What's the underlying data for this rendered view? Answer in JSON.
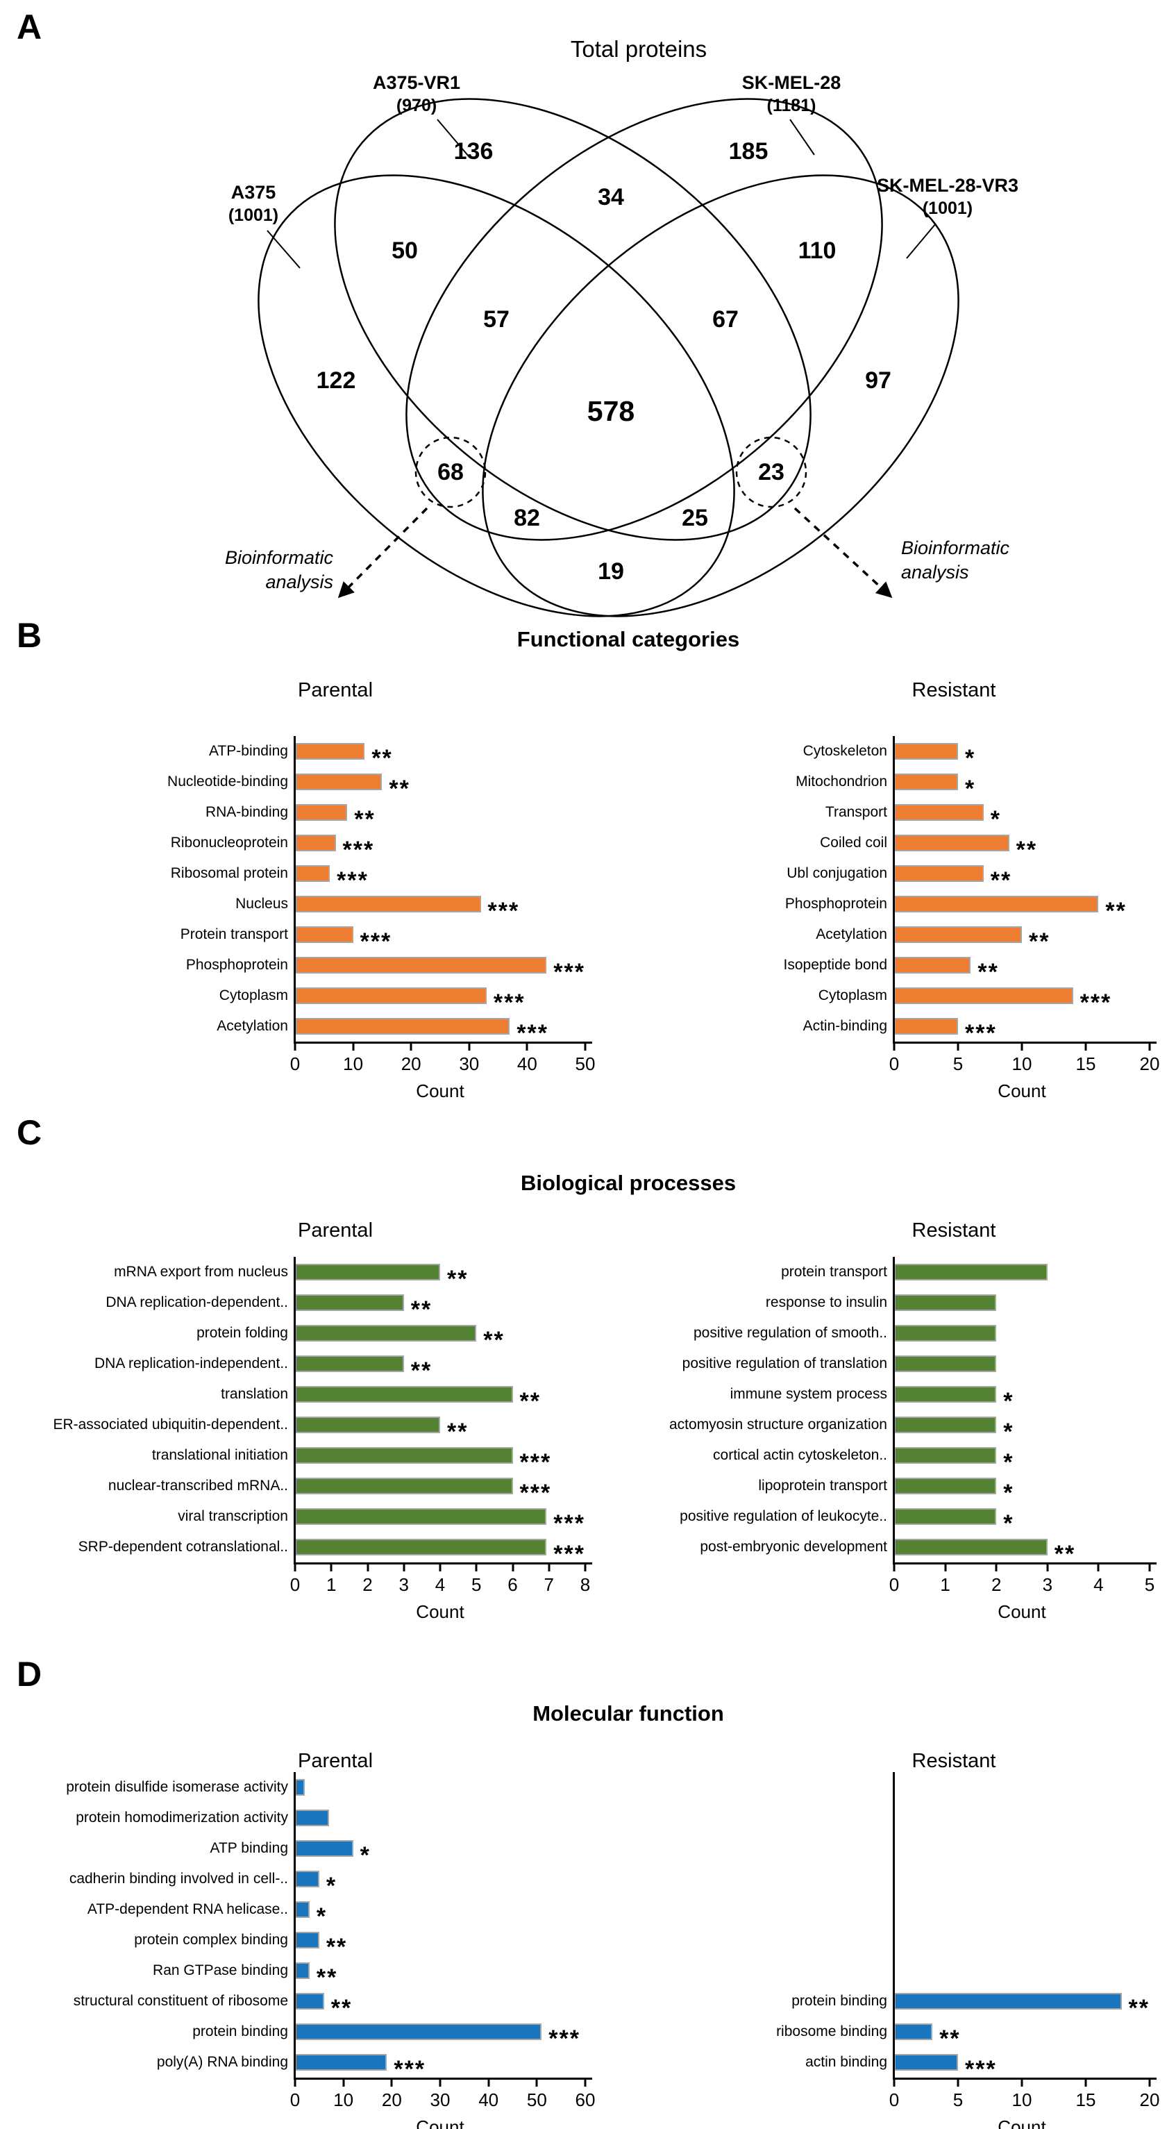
{
  "panels": [
    {
      "letter": "A"
    },
    {
      "letter": "B",
      "title": "Functional categories"
    },
    {
      "letter": "C",
      "title": "Biological processes"
    },
    {
      "letter": "D",
      "title": "Molecular function"
    }
  ],
  "colors": {
    "orange": "#ED7D31",
    "green": "#548235",
    "blue": "#1B75BC"
  },
  "chart_data": [
    {
      "type": "venn4",
      "title": "Total proteins",
      "sets": [
        {
          "name": "A375",
          "count": "(1001)"
        },
        {
          "name": "A375-VR1",
          "count": "(970)"
        },
        {
          "name": "SK-MEL-28",
          "count": "(1181)"
        },
        {
          "name": "SK-MEL-28-VR3",
          "count": "(1001)"
        }
      ],
      "regions": {
        "a": "122",
        "b": "136",
        "c": "185",
        "d": "97",
        "ab": "50",
        "bc": "34",
        "cd": "110",
        "ac": "68",
        "bd": "23",
        "ad": "19",
        "abc": "57",
        "bcd": "67",
        "acd": "82",
        "abd": "25",
        "abcd": "578"
      },
      "highlighted_regions": [
        "ac",
        "bd"
      ],
      "annotation_left": {
        "line1": "Bioinformatic",
        "line2": "analysis"
      },
      "annotation_right": {
        "line1": "Bioinformatic",
        "line2": "analysis"
      }
    },
    {
      "id": "functional-parental",
      "type": "bar",
      "orientation": "horizontal",
      "group": "Parental",
      "xlabel": "Count",
      "xlim": [
        0,
        50
      ],
      "xticks": [
        0,
        10,
        20,
        30,
        40,
        50
      ],
      "color": "#ED7D31",
      "grid": false,
      "categories": [
        "ATP-binding",
        "Nucleotide-binding",
        "RNA-binding",
        "Ribonucleoprotein",
        "Ribosomal protein",
        "Nucleus",
        "Protein transport",
        "Phosphoprotein",
        "Cytoplasm",
        "Acetylation"
      ],
      "values": [
        12,
        15,
        9,
        7,
        6,
        32,
        10,
        45,
        33,
        37
      ],
      "stars": [
        "**",
        "**",
        "**",
        "***",
        "***",
        "***",
        "***",
        "***",
        "***",
        "***"
      ]
    },
    {
      "id": "functional-resistant",
      "type": "bar",
      "orientation": "horizontal",
      "group": "Resistant",
      "xlabel": "Count",
      "xlim": [
        0,
        20
      ],
      "xticks": [
        0,
        5,
        10,
        15,
        20
      ],
      "color": "#ED7D31",
      "grid": false,
      "categories": [
        "Cytoskeleton",
        "Mitochondrion",
        "Transport",
        "Coiled coil",
        "Ubl conjugation",
        "Phosphoprotein",
        "Acetylation",
        "Isopeptide bond",
        "Cytoplasm",
        "Actin-binding"
      ],
      "values": [
        5,
        5,
        7,
        9,
        7,
        16,
        10,
        6,
        14,
        5
      ],
      "stars": [
        "*",
        "*",
        "*",
        "**",
        "**",
        "**",
        "**",
        "**",
        "***",
        "***"
      ]
    },
    {
      "id": "biological-parental",
      "type": "bar",
      "orientation": "horizontal",
      "group": "Parental",
      "xlabel": "Count",
      "xlim": [
        0,
        8
      ],
      "xticks": [
        0,
        1,
        2,
        3,
        4,
        5,
        6,
        7,
        8
      ],
      "color": "#548235",
      "grid": false,
      "categories": [
        "mRNA export from nucleus",
        "DNA replication-dependent..",
        "protein folding",
        "DNA replication-independent..",
        "translation",
        "ER-associated ubiquitin-dependent..",
        "translational initiation",
        "nuclear-transcribed mRNA..",
        "viral transcription",
        "SRP-dependent cotranslational.."
      ],
      "values": [
        4,
        3,
        5,
        3,
        6,
        4,
        6,
        6,
        7,
        7
      ],
      "stars": [
        "**",
        "**",
        "**",
        "**",
        "**",
        "**",
        "***",
        "***",
        "***",
        "***"
      ]
    },
    {
      "id": "biological-resistant",
      "type": "bar",
      "orientation": "horizontal",
      "group": "Resistant",
      "xlabel": "Count",
      "xlim": [
        0,
        5
      ],
      "xticks": [
        0,
        1,
        2,
        3,
        4,
        5
      ],
      "color": "#548235",
      "grid": false,
      "categories": [
        "protein transport",
        "response to insulin",
        "positive regulation of smooth..",
        "positive regulation of translation",
        "immune system process",
        "actomyosin structure organization",
        "cortical actin cytoskeleton..",
        "lipoprotein transport",
        "positive regulation of leukocyte..",
        "post-embryonic development"
      ],
      "values": [
        3,
        2,
        2,
        2,
        2,
        2,
        2,
        2,
        2,
        3
      ],
      "stars": [
        "",
        "",
        "",
        "",
        "*",
        "*",
        "*",
        "*",
        "*",
        "**"
      ]
    },
    {
      "id": "molecular-parental",
      "type": "bar",
      "orientation": "horizontal",
      "group": "Parental",
      "xlabel": "Count",
      "xlim": [
        0,
        60
      ],
      "xticks": [
        0,
        10,
        20,
        30,
        40,
        50,
        60
      ],
      "color": "#1B75BC",
      "grid": false,
      "categories": [
        "protein disulfide isomerase activity",
        "protein homodimerization activity",
        "ATP binding",
        "cadherin binding involved in cell-..",
        "ATP-dependent RNA helicase..",
        "protein complex binding",
        "Ran GTPase binding",
        "structural constituent of ribosome",
        "protein binding",
        "poly(A) RNA binding"
      ],
      "values": [
        2,
        7,
        12,
        5,
        3,
        5,
        3,
        6,
        51,
        19
      ],
      "stars": [
        "",
        "",
        "*",
        "*",
        "*",
        "**",
        "**",
        "**",
        "***",
        "***"
      ]
    },
    {
      "id": "molecular-resistant",
      "type": "bar",
      "orientation": "horizontal",
      "group": "Resistant",
      "xlabel": "Count",
      "xlim": [
        0,
        20
      ],
      "xticks": [
        0,
        5,
        10,
        15,
        20
      ],
      "color": "#1B75BC",
      "grid": false,
      "rows_total": 10,
      "row_offset": 7,
      "categories": [
        "protein binding",
        "ribosome binding",
        "actin binding"
      ],
      "values": [
        18,
        3,
        5
      ],
      "stars": [
        "**",
        "**",
        "***"
      ]
    }
  ]
}
